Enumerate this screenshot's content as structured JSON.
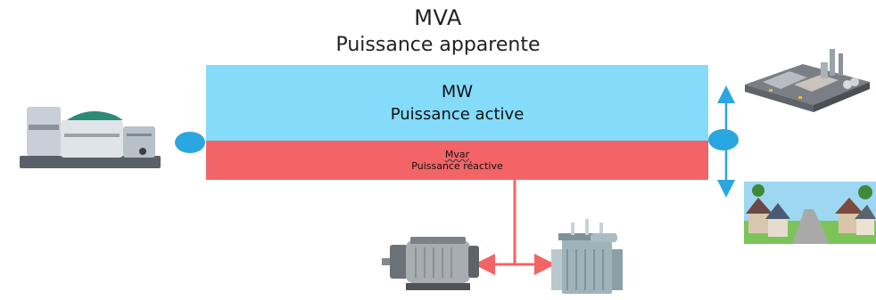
{
  "diagram": {
    "apparent": {
      "unit": "MVA",
      "label": "Puissance apparente"
    },
    "active": {
      "unit": "MW",
      "label": "Puissance active"
    },
    "reactive": {
      "unit": "Mvar",
      "label": "Puissance réactive"
    }
  },
  "colors": {
    "active_band": "#84dcfa",
    "reactive_band": "#f26466",
    "connector": "#2aa6e0",
    "reactive_arrow": "#f26466"
  },
  "icons": [
    "generator-icon",
    "factory-icon",
    "houses-icon",
    "motor-icon",
    "transformer-icon"
  ]
}
